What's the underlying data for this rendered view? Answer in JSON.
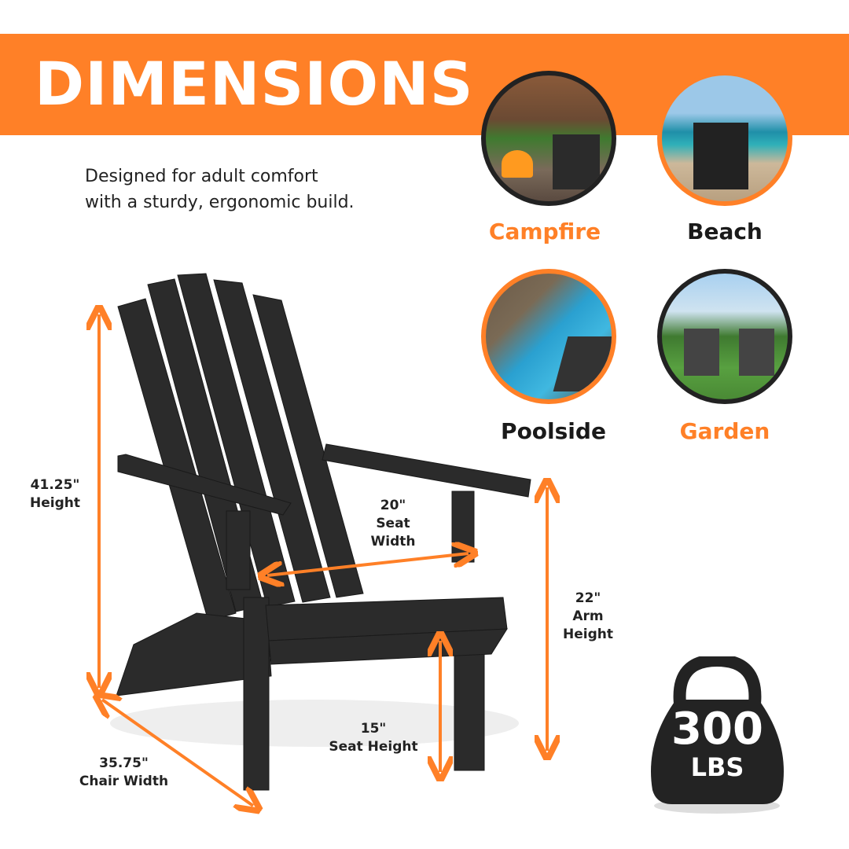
{
  "header": {
    "title": "DIMENSIONS",
    "tagline_line1": "Designed for adult comfort",
    "tagline_line2": "with a sturdy, ergonomic build."
  },
  "uses": [
    {
      "label": "Campfire",
      "color": "#FF8027"
    },
    {
      "label": "Beach",
      "color": "#1a1a1a"
    },
    {
      "label": "Poolside",
      "color": "#1a1a1a"
    },
    {
      "label": "Garden",
      "color": "#FF8027"
    }
  ],
  "dimensions": {
    "height": {
      "value": "41.25\"",
      "label": "Height"
    },
    "seat_width": {
      "value": "20\"",
      "label1": "Seat",
      "label2": "Width"
    },
    "arm_height": {
      "value": "22\"",
      "label1": "Arm",
      "label2": "Height"
    },
    "seat_height": {
      "value": "15\"",
      "label": "Seat Height"
    },
    "chair_width": {
      "value": "35.75\"",
      "label": "Chair Width"
    }
  },
  "capacity": {
    "value": "300",
    "unit": "LBS"
  },
  "colors": {
    "accent": "#FF8027",
    "chair": "#2b2b2b"
  }
}
